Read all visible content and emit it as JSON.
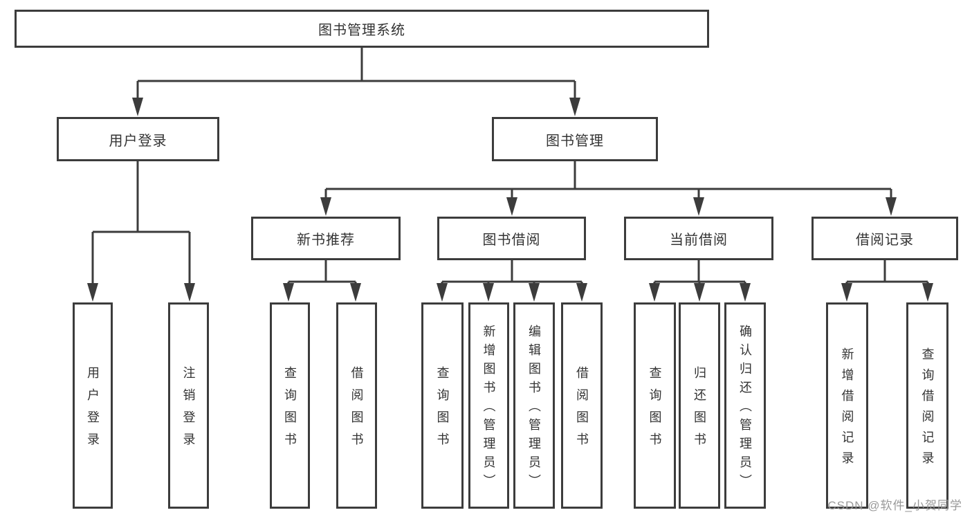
{
  "diagram": {
    "title": "图书管理系统",
    "children": [
      {
        "label": "用户登录",
        "children": [
          {
            "label": "用户登录"
          },
          {
            "label": "注销登录"
          }
        ]
      },
      {
        "label": "图书管理",
        "children": [
          {
            "label": "新书推荐",
            "children": [
              {
                "label": "查询图书"
              },
              {
                "label": "借阅图书"
              }
            ]
          },
          {
            "label": "图书借阅",
            "children": [
              {
                "label": "查询图书"
              },
              {
                "label": "新增图书（管理员）"
              },
              {
                "label": "编辑图书（管理员）"
              },
              {
                "label": "借阅图书"
              }
            ]
          },
          {
            "label": "当前借阅",
            "children": [
              {
                "label": "查询图书"
              },
              {
                "label": "归还图书"
              },
              {
                "label": "确认归还（管理员）"
              }
            ]
          },
          {
            "label": "借阅记录",
            "children": [
              {
                "label": "新增借阅记录"
              },
              {
                "label": "查询借阅记录"
              }
            ]
          }
        ]
      }
    ]
  },
  "watermark": "CSDN @软件_小贺同学",
  "colors": {
    "line": "#3c3c3c",
    "text": "#333333",
    "background": "#ffffff",
    "watermark": "#949494"
  }
}
